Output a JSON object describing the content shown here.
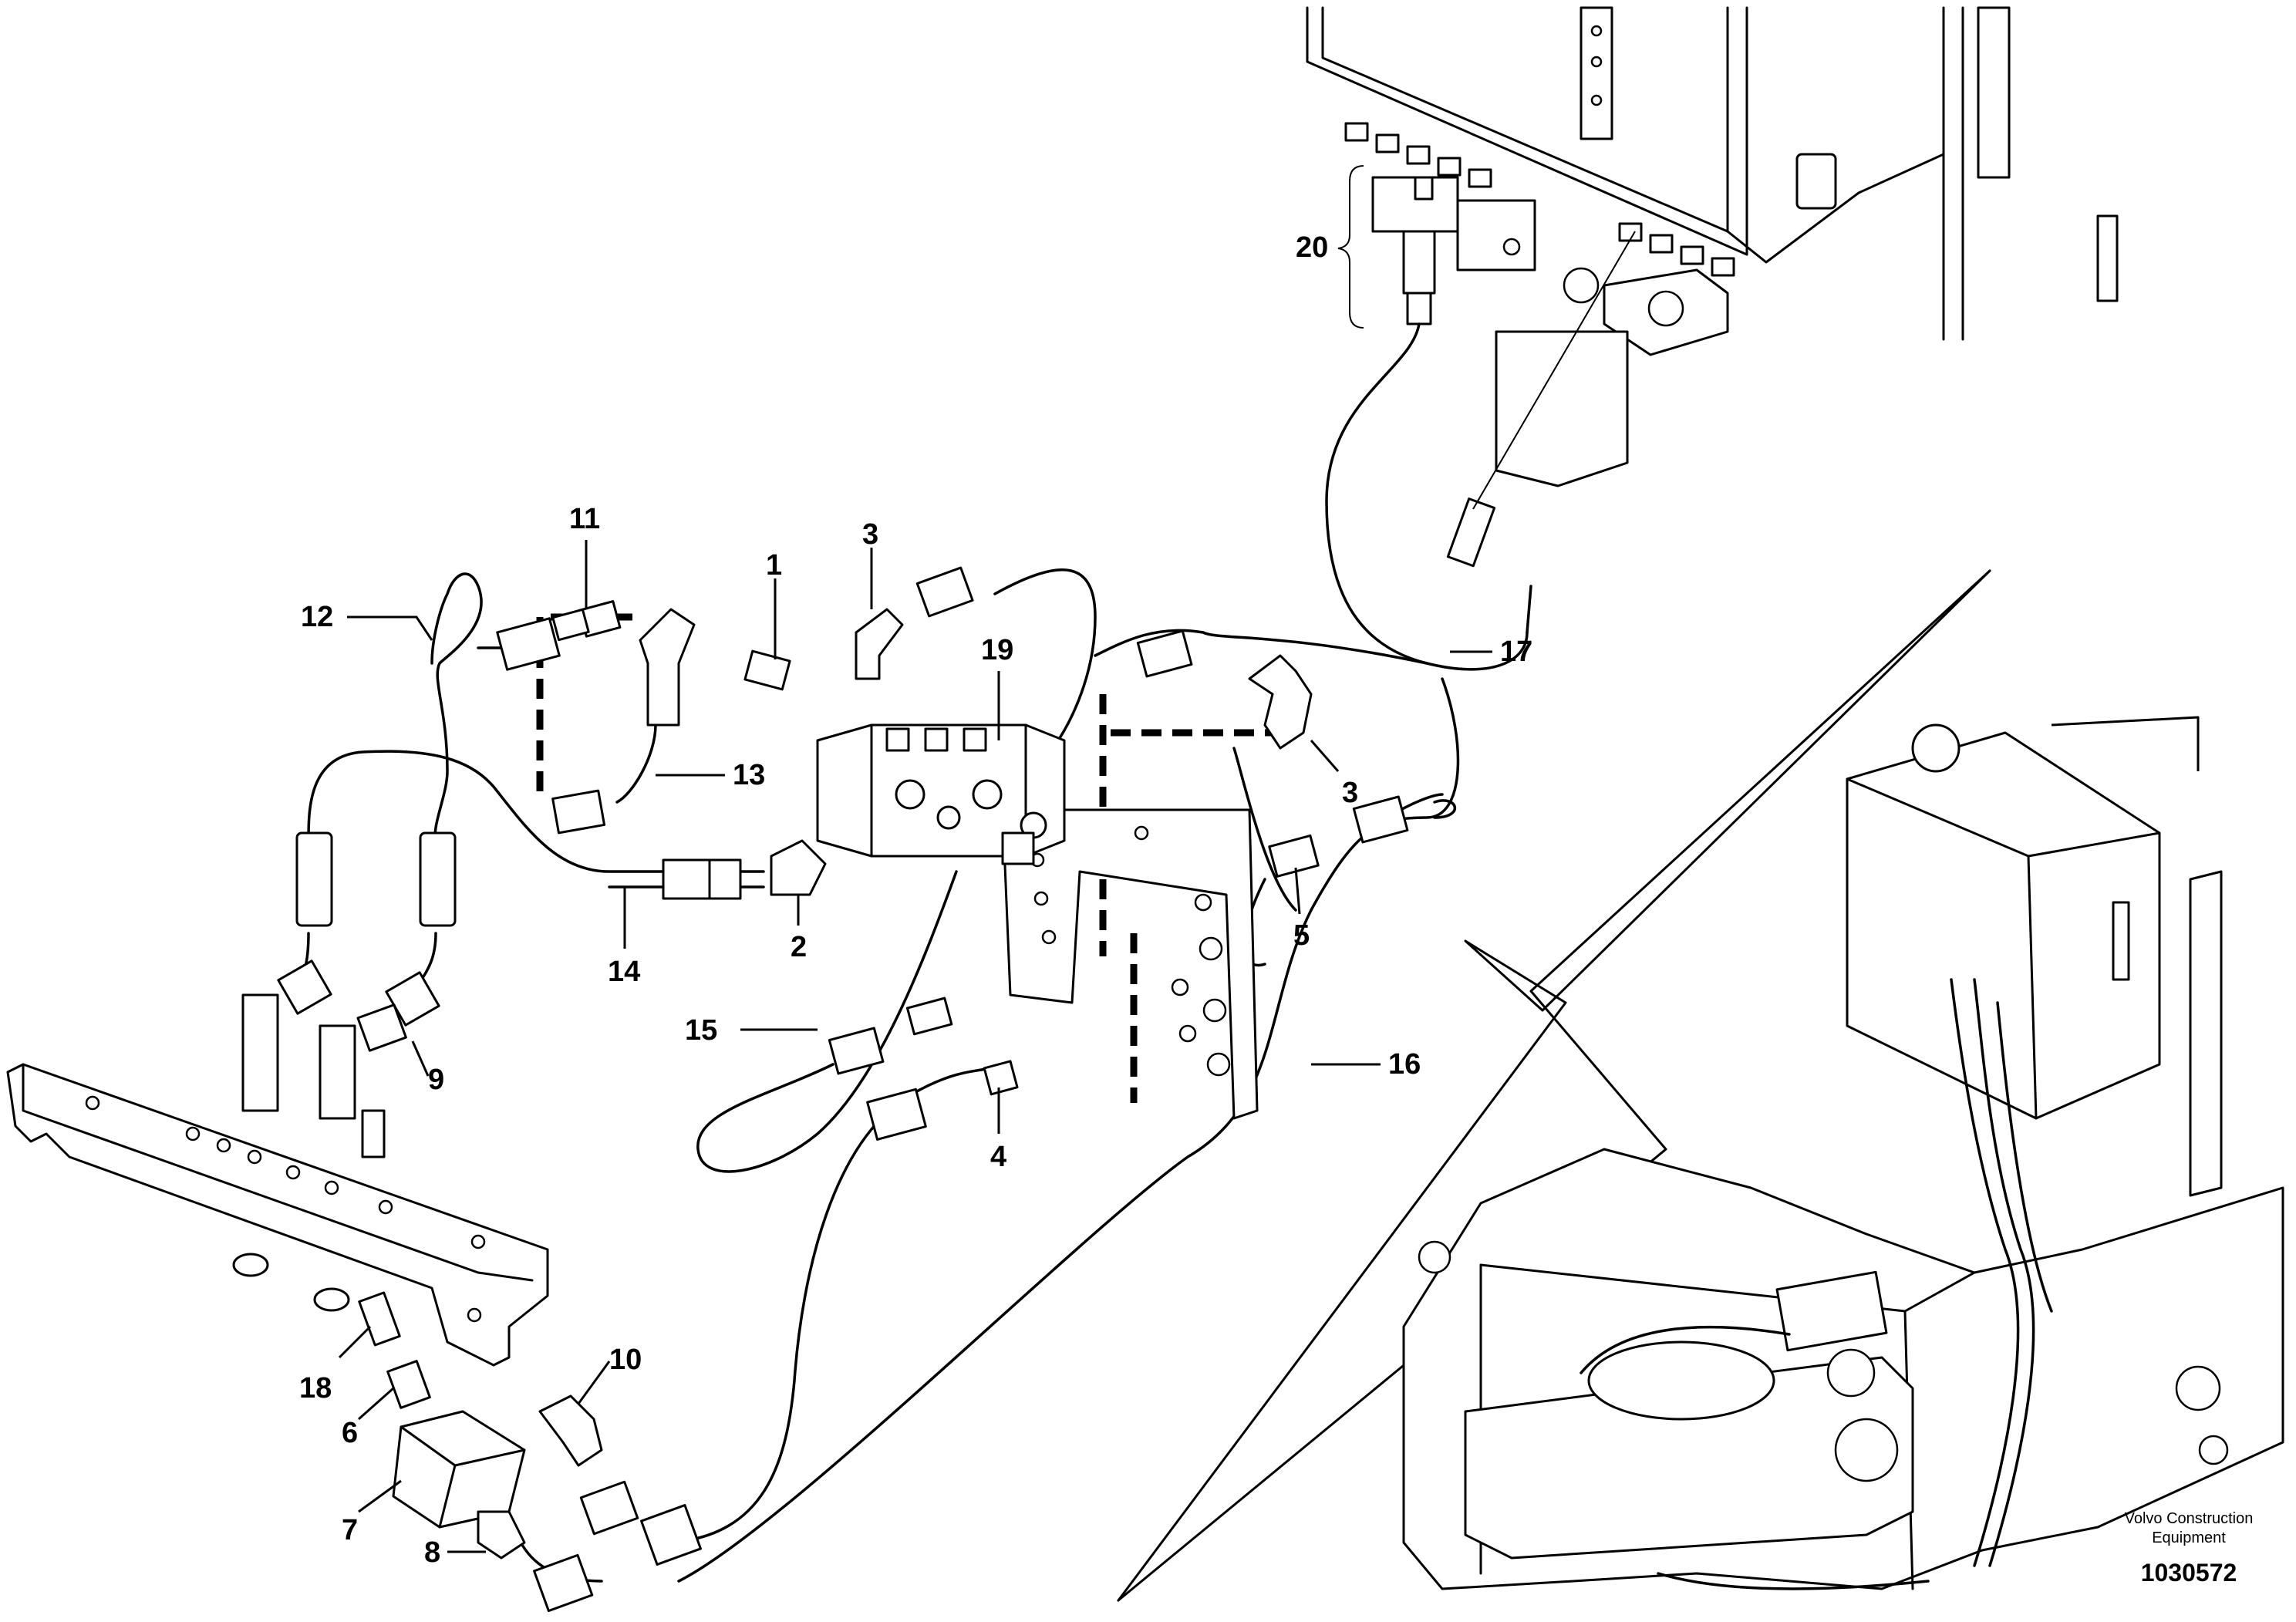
{
  "callouts": {
    "c1": "1",
    "c2": "2",
    "c3a": "3",
    "c3b": "3",
    "c4": "4",
    "c5": "5",
    "c6": "6",
    "c7": "7",
    "c8": "8",
    "c9": "9",
    "c10": "10",
    "c11": "11",
    "c12": "12",
    "c13": "13",
    "c14": "14",
    "c15": "15",
    "c16": "16",
    "c17": "17",
    "c18": "18",
    "c19": "19",
    "c20": "20"
  },
  "credit": {
    "line1": "Volvo Construction",
    "line2": "Equipment"
  },
  "document_number": "1030572"
}
